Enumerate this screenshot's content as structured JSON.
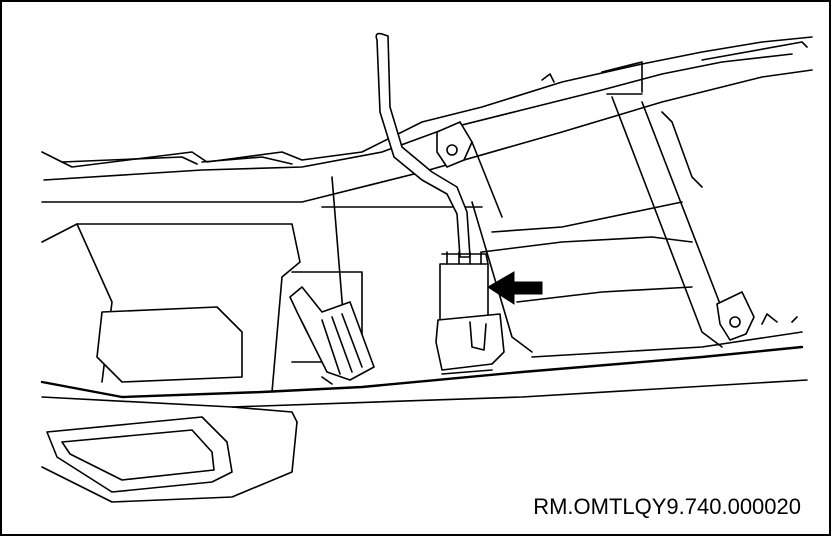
{
  "figure": {
    "reference_code": "RM.OMTLQY9.740.000020",
    "colors": {
      "line": "#000000",
      "background": "#ffffff"
    },
    "callout": {
      "type": "arrow",
      "icon": "arrow-left-icon",
      "points_to": "connector"
    }
  }
}
